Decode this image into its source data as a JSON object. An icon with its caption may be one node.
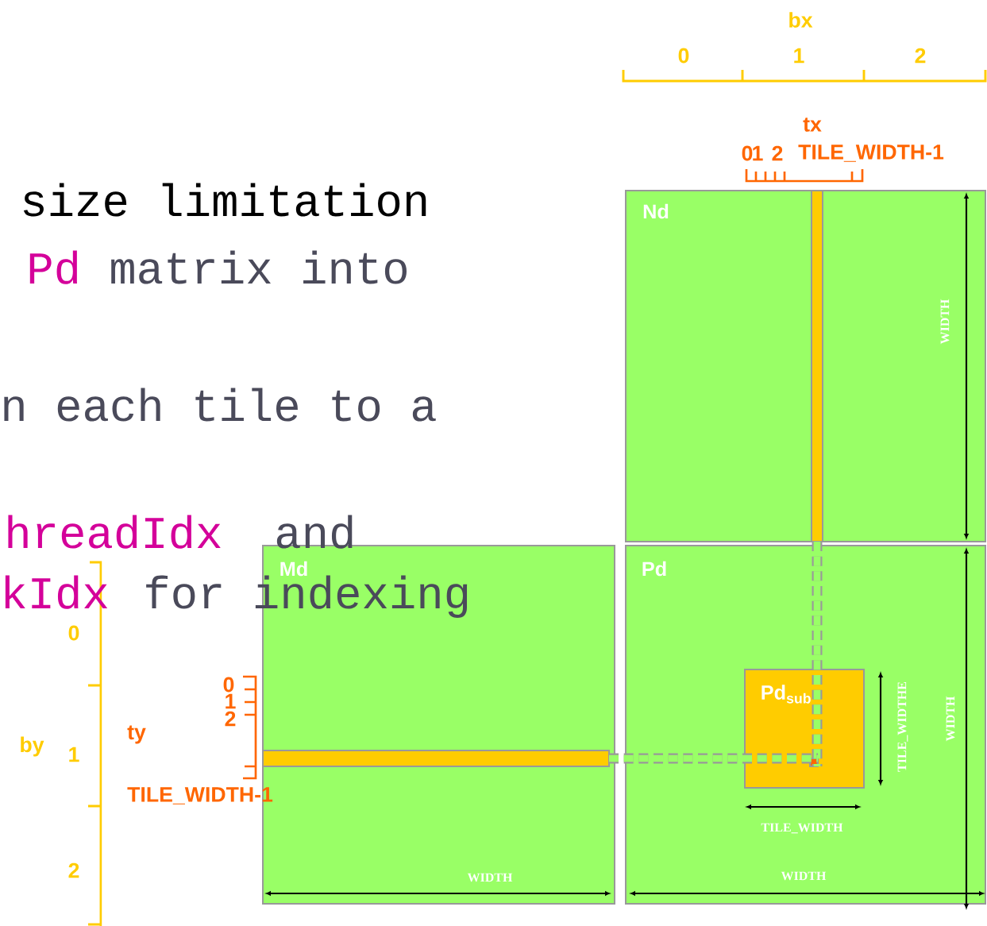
{
  "diagram": {
    "nodes": [
      {
        "text": [
          "Nd"
        ]
      },
      {
        "text": [],
        "shape": "bar",
        "in": 0
      },
      {
        "text": [
          "Md"
        ]
      },
      {
        "text": [],
        "shape": "bar",
        "in": 2
      },
      {
        "text": [
          "Pd"
        ]
      },
      {
        "text": [
          "Pd$_{sub}$"
        ],
        "in": 4
      },
      {
        "text": [],
        "shape": "box",
        "in": 5
      }
    ],
    "edges": [
      {
        "from": 1,
        "to": 6,
        "arrow": "none",
        "style": "dashed"
      },
      {
        "from": 3,
        "to": 6,
        "arrow": "none",
        "style": "dashed"
      }
    ],
    "labels": [
      "bx",
      "0",
      "1",
      "2",
      "tx",
      "0",
      "1",
      "2",
      "TILE_WIDTH-1",
      "size limitation",
      "Pd",
      "matrix into",
      "n each tile to a",
      "WIDTH",
      "hreadIdx",
      "and",
      "kIdx",
      "for indexing",
      "0",
      "0",
      "1",
      "2",
      "ty",
      "by",
      "1",
      "TILE_WIDTHE",
      "WIDTH",
      "TILE_WIDTH-1",
      "TILE_WIDTH",
      "2",
      "WIDTH",
      "WIDTH"
    ]
  }
}
